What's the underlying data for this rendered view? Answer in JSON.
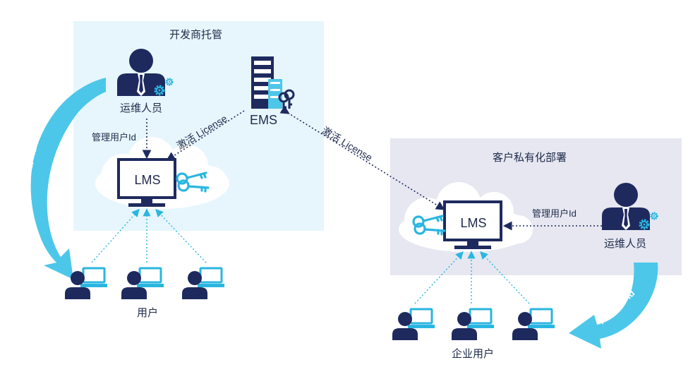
{
  "dev_hosted": {
    "title": "开发商托管",
    "ops_label": "运维人员",
    "manage_uid": "管理用户Id",
    "lms": "LMS",
    "ems": "EMS",
    "activate": "激活 License",
    "notify": "通知用户Id",
    "users_label": "用户"
  },
  "customer_private": {
    "title": "客户私有化部署",
    "ops_label": "运维人员",
    "manage_uid": "管理用户Id",
    "lms": "LMS",
    "activate": "激活 License",
    "notify": "通知用户Id",
    "users_label": "企业用户"
  },
  "colors": {
    "navy": "#1e2a5e",
    "cyan": "#29b6e0",
    "arrow": "#4cc7ea",
    "panel_dev": "#e6f6fc",
    "panel_cust": "#e6e7f0"
  }
}
